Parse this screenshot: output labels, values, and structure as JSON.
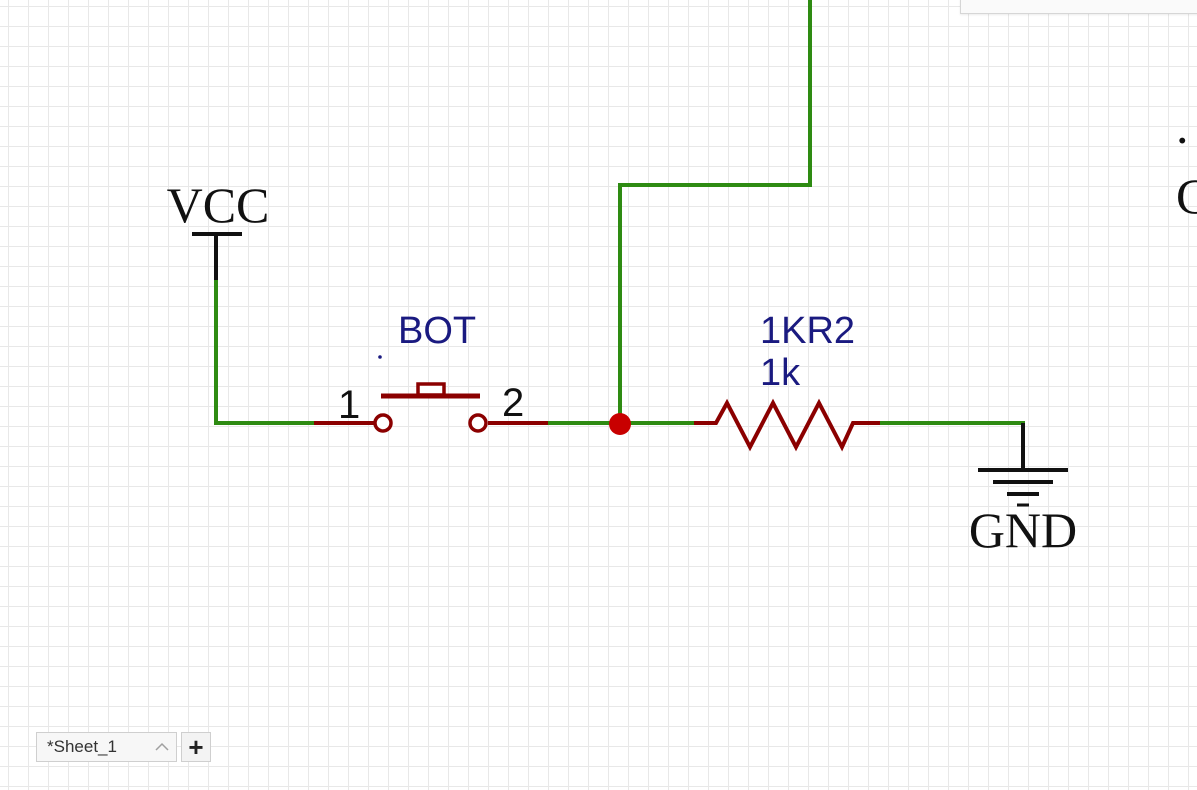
{
  "schematic": {
    "power_label": "VCC",
    "ground_label": "GND",
    "switch": {
      "designator": "BOT",
      "pin1": "1",
      "pin2": "2"
    },
    "resistor": {
      "designator": "1KR2",
      "value": "1k"
    },
    "edge_label_partial": "C",
    "edge_marker_partial": "."
  },
  "colors": {
    "wire": "#2e8b12",
    "component": "#8b0000",
    "junction": "#c80000",
    "designator_text": "#1a1a80",
    "grid": "#e8e8e8"
  },
  "sheets": {
    "tab_label": "*Sheet_1",
    "caret_icon": "chevron-up-icon",
    "add_icon": "plus-icon",
    "add_label": "+"
  }
}
